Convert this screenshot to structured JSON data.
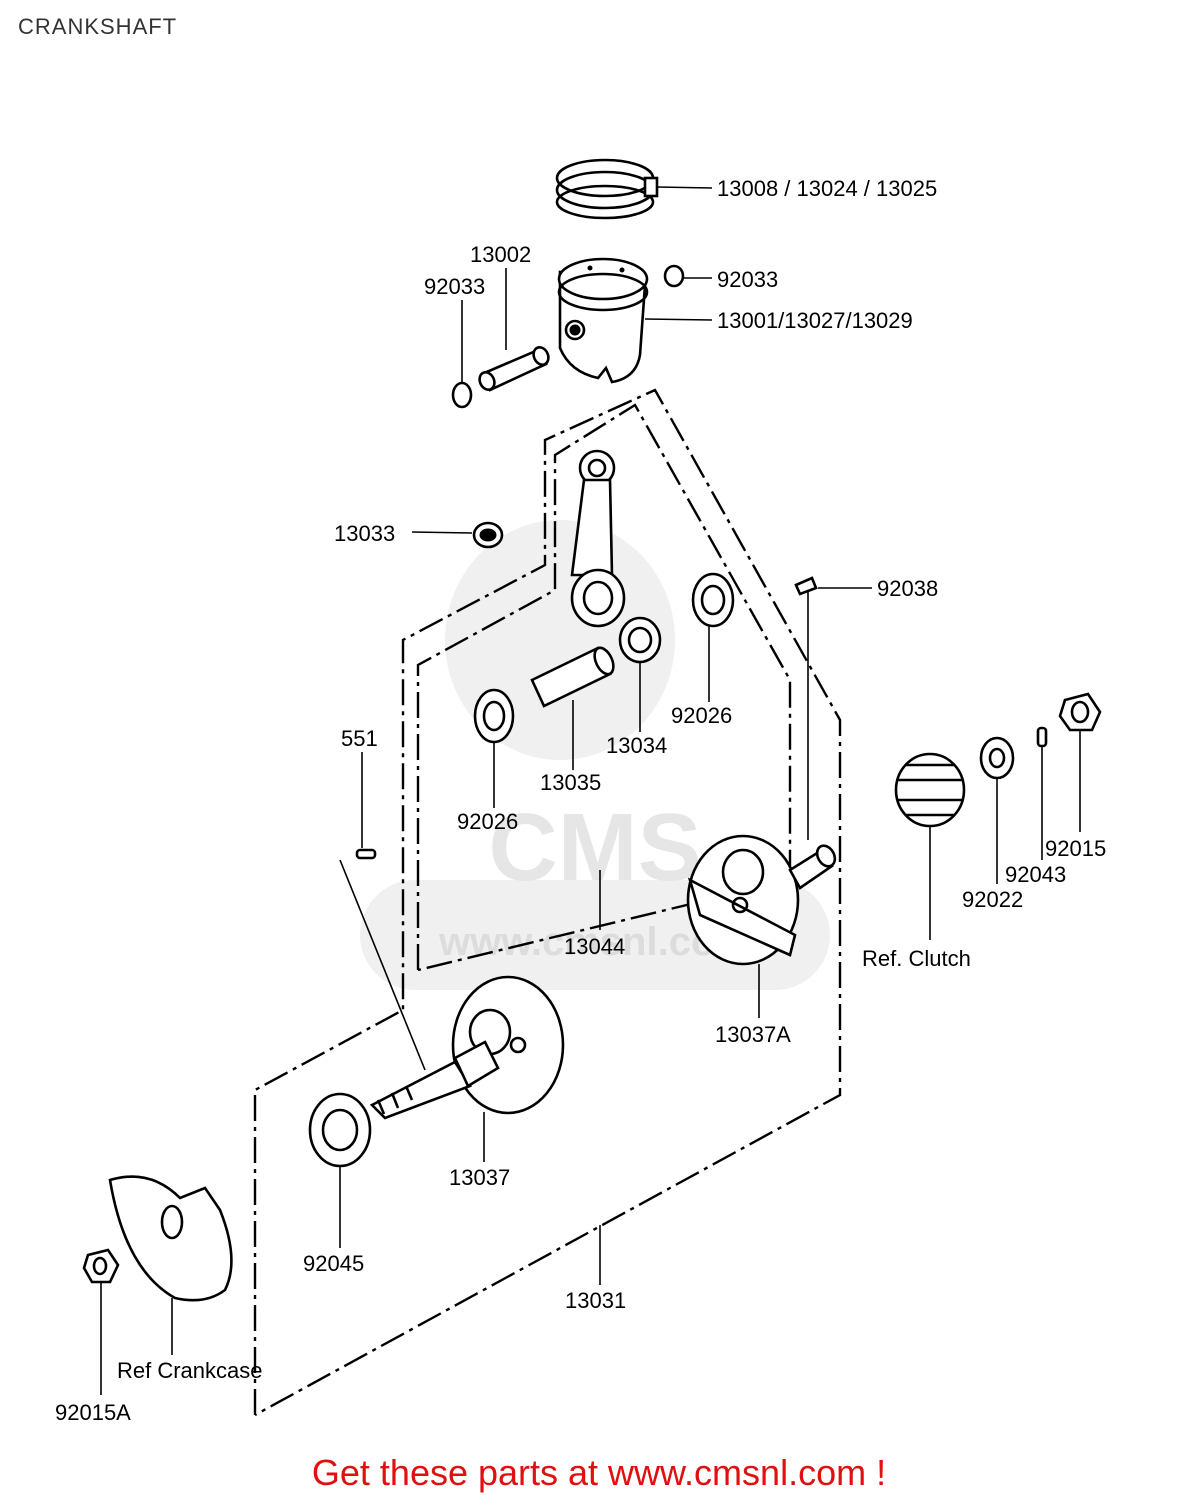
{
  "page": {
    "title": "CRANKSHAFT"
  },
  "watermark": {
    "text": "www.cmsnl.com",
    "logo_text": "CMS"
  },
  "labels": {
    "rings": "13008 / 13024 / 13025",
    "piston": "13001/13027/13029",
    "pin": "13002",
    "clip_left": "92033",
    "clip_right": "92033",
    "needle_small": "13033",
    "key_right": "92038",
    "key_left": "551",
    "crankpin": "13035",
    "bearing_big": "13034",
    "seal_left": "92026",
    "seal_right": "92026",
    "rod_assy": "13044",
    "flywheel_right": "13037A",
    "flywheel_left": "13037",
    "bearing_main": "92045",
    "crank_assy": "13031",
    "nut_left": "92015A",
    "ref_crankcase": "Ref  Crankcase",
    "ref_clutch": "Ref.  Clutch",
    "washer": "92022",
    "pin_small": "92043",
    "nut_right": "92015"
  },
  "footer": {
    "text": "Get these parts at www.cmsnl.com !"
  },
  "colors": {
    "footer": "#e01010",
    "line": "#000000",
    "watermark": "#e4e4e4"
  }
}
